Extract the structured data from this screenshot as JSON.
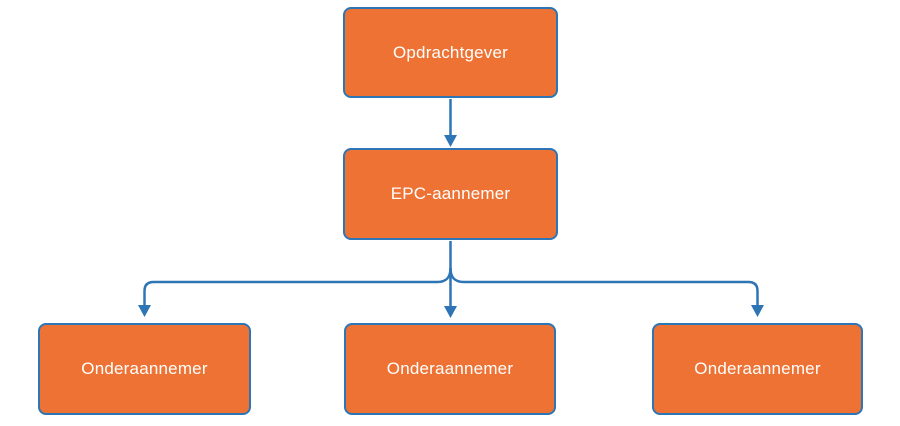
{
  "diagram": {
    "type": "org-hierarchy",
    "nodes": {
      "top": {
        "label": "Opdrachtgever"
      },
      "middle": {
        "label": "EPC-aannemer"
      },
      "bottom_left": {
        "label": "Onderaannemer"
      },
      "bottom_center": {
        "label": "Onderaannemer"
      },
      "bottom_right": {
        "label": "Onderaannemer"
      }
    },
    "connectors": [
      {
        "from": "top",
        "to": "middle",
        "style": "straight-arrow-down"
      },
      {
        "from": "middle",
        "to": "bottom_left",
        "style": "elbow-arrow-down"
      },
      {
        "from": "middle",
        "to": "bottom_center",
        "style": "straight-arrow-down"
      },
      {
        "from": "middle",
        "to": "bottom_right",
        "style": "elbow-arrow-down"
      }
    ],
    "colors": {
      "node_fill": "#ED7233",
      "node_border": "#2E75B6",
      "connector": "#2E75B6",
      "node_text": "#FFFFFF",
      "background": "#FFFFFF"
    }
  }
}
